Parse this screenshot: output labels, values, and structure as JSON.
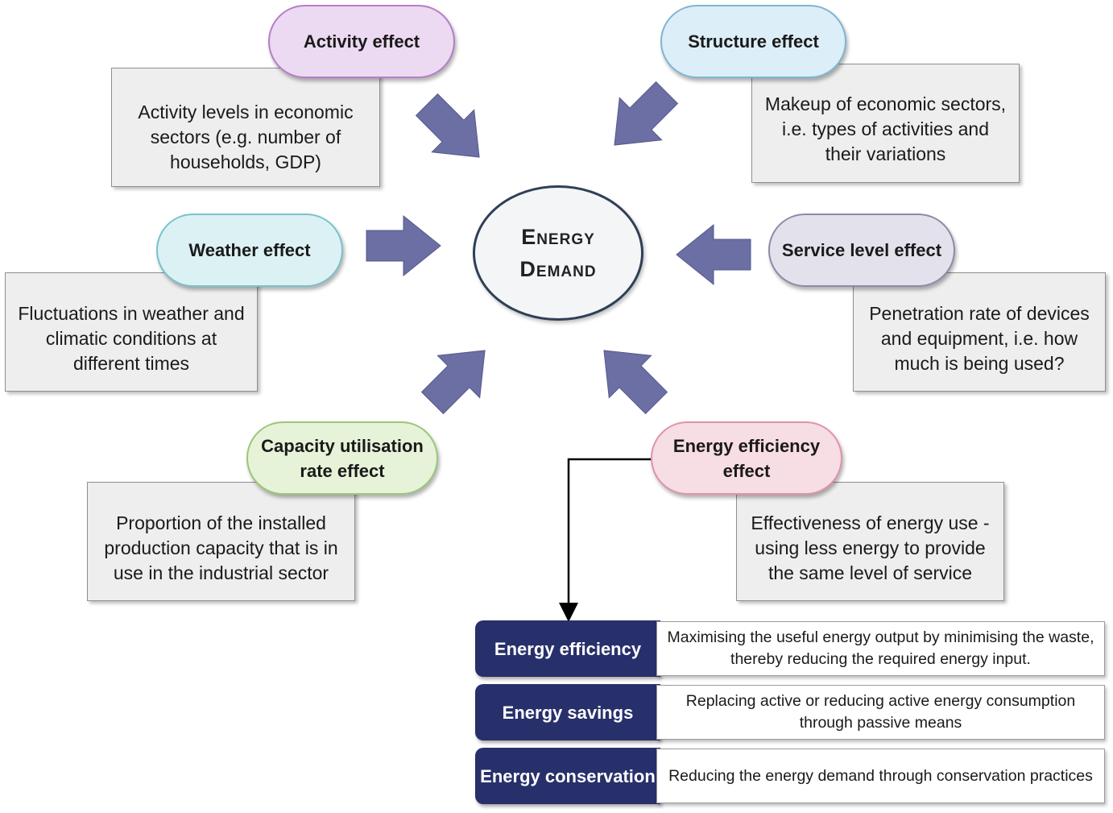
{
  "center": {
    "line1": "Energy",
    "line2": "Demand"
  },
  "effects": {
    "activity": {
      "title": "Activity effect",
      "desc": "Activity levels in economic sectors (e.g. number of households, GDP)",
      "fill": "#ecd9f2",
      "border": "#b57dc9"
    },
    "structure": {
      "title": "Structure effect",
      "desc": "Makeup of economic sectors, i.e. types of activities and their variations",
      "fill": "#dceef7",
      "border": "#7fb5d3"
    },
    "weather": {
      "title": "Weather effect",
      "desc": "Fluctuations in weather and climatic conditions at different times",
      "fill": "#dcf1f4",
      "border": "#78c2cc"
    },
    "service": {
      "title": "Service level effect",
      "desc": "Penetration rate of devices and equipment, i.e. how much is being used?",
      "fill": "#e3e2ec",
      "border": "#8e8aa8"
    },
    "capacity": {
      "title": "Capacity utilisation rate effect",
      "desc": "Proportion of the installed production capacity that is in use in the industrial sector",
      "fill": "#e6f3d8",
      "border": "#9bc779"
    },
    "efficiency": {
      "title": "Energy efficiency effect",
      "desc": "Effectiveness of energy use - using less energy to provide the same level of service",
      "fill": "#f7dde4",
      "border": "#df93aa"
    }
  },
  "definitions": [
    {
      "term": "Energy efficiency",
      "desc": "Maximising the useful energy output by minimising the waste, thereby reducing the required energy input."
    },
    {
      "term": "Energy savings",
      "desc": "Replacing active or reducing active energy consumption through passive means"
    },
    {
      "term": "Energy conservation",
      "desc": "Reducing the energy demand through conservation practices"
    }
  ],
  "colors": {
    "arrow": "#6c6fa4",
    "arrow_stroke": "#55588c",
    "term_bg": "#27306b",
    "center_border": "#2f3f56"
  }
}
